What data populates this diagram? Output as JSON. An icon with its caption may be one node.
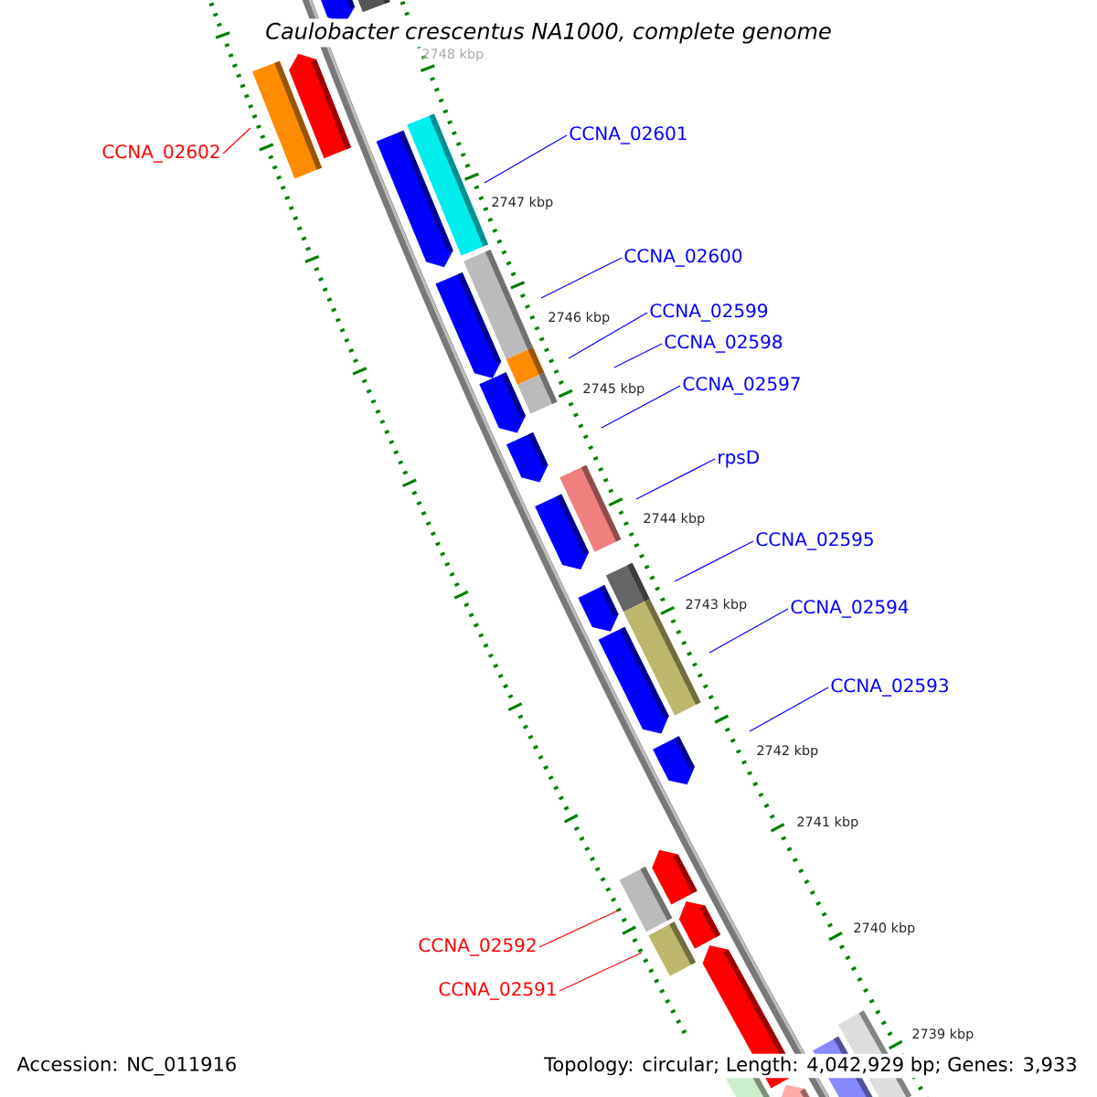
{
  "diagram": {
    "title": "Caulobacter crescentus NA1000, complete genome",
    "nodes": [
      {
        "text": [
          "CCNA_02602"
        ]
      },
      {
        "text": [
          "CCNA_02601"
        ]
      },
      {
        "text": [
          "CCNA_02600"
        ]
      },
      {
        "text": [
          "CCNA_02599"
        ]
      },
      {
        "text": [
          "CCNA_02598"
        ]
      },
      {
        "text": [
          "CCNA_02597"
        ]
      },
      {
        "text": [
          "rpsD"
        ]
      },
      {
        "text": [
          "CCNA_02595"
        ]
      },
      {
        "text": [
          "CCNA_02594"
        ]
      },
      {
        "text": [
          "CCNA_02593"
        ]
      },
      {
        "text": [
          "CCNA_02592"
        ]
      },
      {
        "text": [
          "CCNA_02591"
        ]
      }
    ],
    "edges": [
      {
        "from": 0,
        "to": null,
        "arrow": "none",
        "color": "#ff0000"
      },
      {
        "from": 1,
        "to": null,
        "arrow": "none"
      },
      {
        "from": 2,
        "to": null,
        "arrow": "none"
      },
      {
        "from": 3,
        "to": null,
        "arrow": "none"
      },
      {
        "from": 4,
        "to": null,
        "arrow": "none"
      },
      {
        "from": 5,
        "to": null,
        "arrow": "none"
      },
      {
        "from": 6,
        "to": null,
        "arrow": "none"
      },
      {
        "from": 7,
        "to": null,
        "arrow": "none"
      },
      {
        "from": 8,
        "to": null,
        "arrow": "none"
      },
      {
        "from": 9,
        "to": null,
        "arrow": "none"
      },
      {
        "from": 10,
        "to": null,
        "arrow": "none",
        "color": "#ff0000"
      },
      {
        "from": 11,
        "to": null,
        "arrow": "none",
        "color": "#ff0000"
      }
    ],
    "labels": [
      "2748 kbp",
      "2747 kbp",
      "2746 kbp",
      "2745 kbp",
      "2744 kbp",
      "2743 kbp",
      "2742 kbp",
      "2741 kbp",
      "2740 kbp",
      "2739 kbp",
      "Accession: NC_011916",
      "Topology: circular; Length: 4,042,929 bp; Genes: 3,933"
    ]
  }
}
